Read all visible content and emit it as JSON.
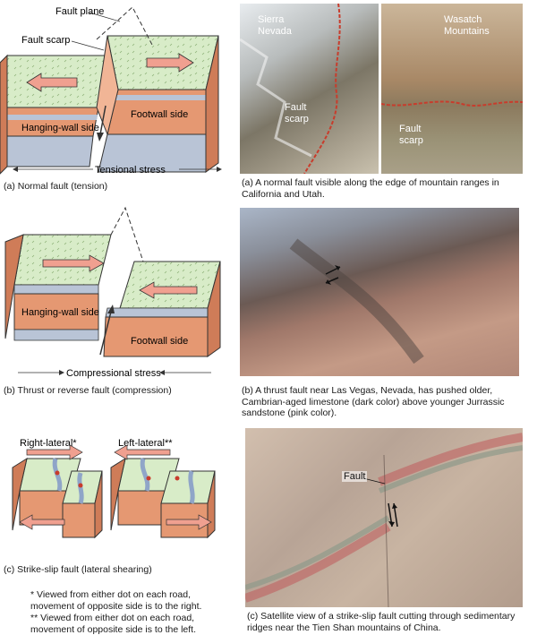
{
  "normal": {
    "labels": {
      "fault_plane": "Fault plane",
      "fault_scarp": "Fault scarp",
      "hanging_wall": "Hanging-wall side",
      "footwall": "Footwall side",
      "stress": "Tensional stress"
    },
    "caption": "(a) Normal fault (tension)"
  },
  "thrust": {
    "labels": {
      "hanging_wall": "Hanging-wall side",
      "footwall": "Footwall side",
      "stress": "Compressional stress"
    },
    "caption": "(b) Thrust or reverse fault (compression)"
  },
  "strike_slip": {
    "labels": {
      "right_lateral": "Right-lateral*",
      "left_lateral": "Left-lateral**"
    },
    "caption": "(c) Strike-slip fault (lateral shearing)",
    "footnote_1": "* Viewed from either dot on each road, movement of opposite side is to the right.",
    "footnote_2": "** Viewed from either dot on each road, movement of opposite side is to the left."
  },
  "photo_a": {
    "label_left": "Sierra Nevada",
    "label_left_scarp": "Fault scarp",
    "label_right": "Wasatch Mountains",
    "label_right_scarp": "Fault scarp",
    "caption": "(a) A normal fault visible along the edge of mountain ranges in California and Utah."
  },
  "photo_b": {
    "caption": "(b) A thrust fault near Las Vegas, Nevada, has pushed older, Cambrian-aged limestone (dark color) above younger Jurrassic sandstone (pink color)."
  },
  "photo_c": {
    "label": "Fault",
    "caption": "(c) Satellite view of a strike-slip fault cutting through sedimentary ridges near the Tien Shan mountains of China."
  },
  "colors": {
    "grass": "#d8ecc8",
    "rock": "#e59872",
    "rock_side": "#cf7c58",
    "band": "#b9c4d6",
    "arrow": "#f0a090",
    "scarp": "#c83c2c"
  }
}
